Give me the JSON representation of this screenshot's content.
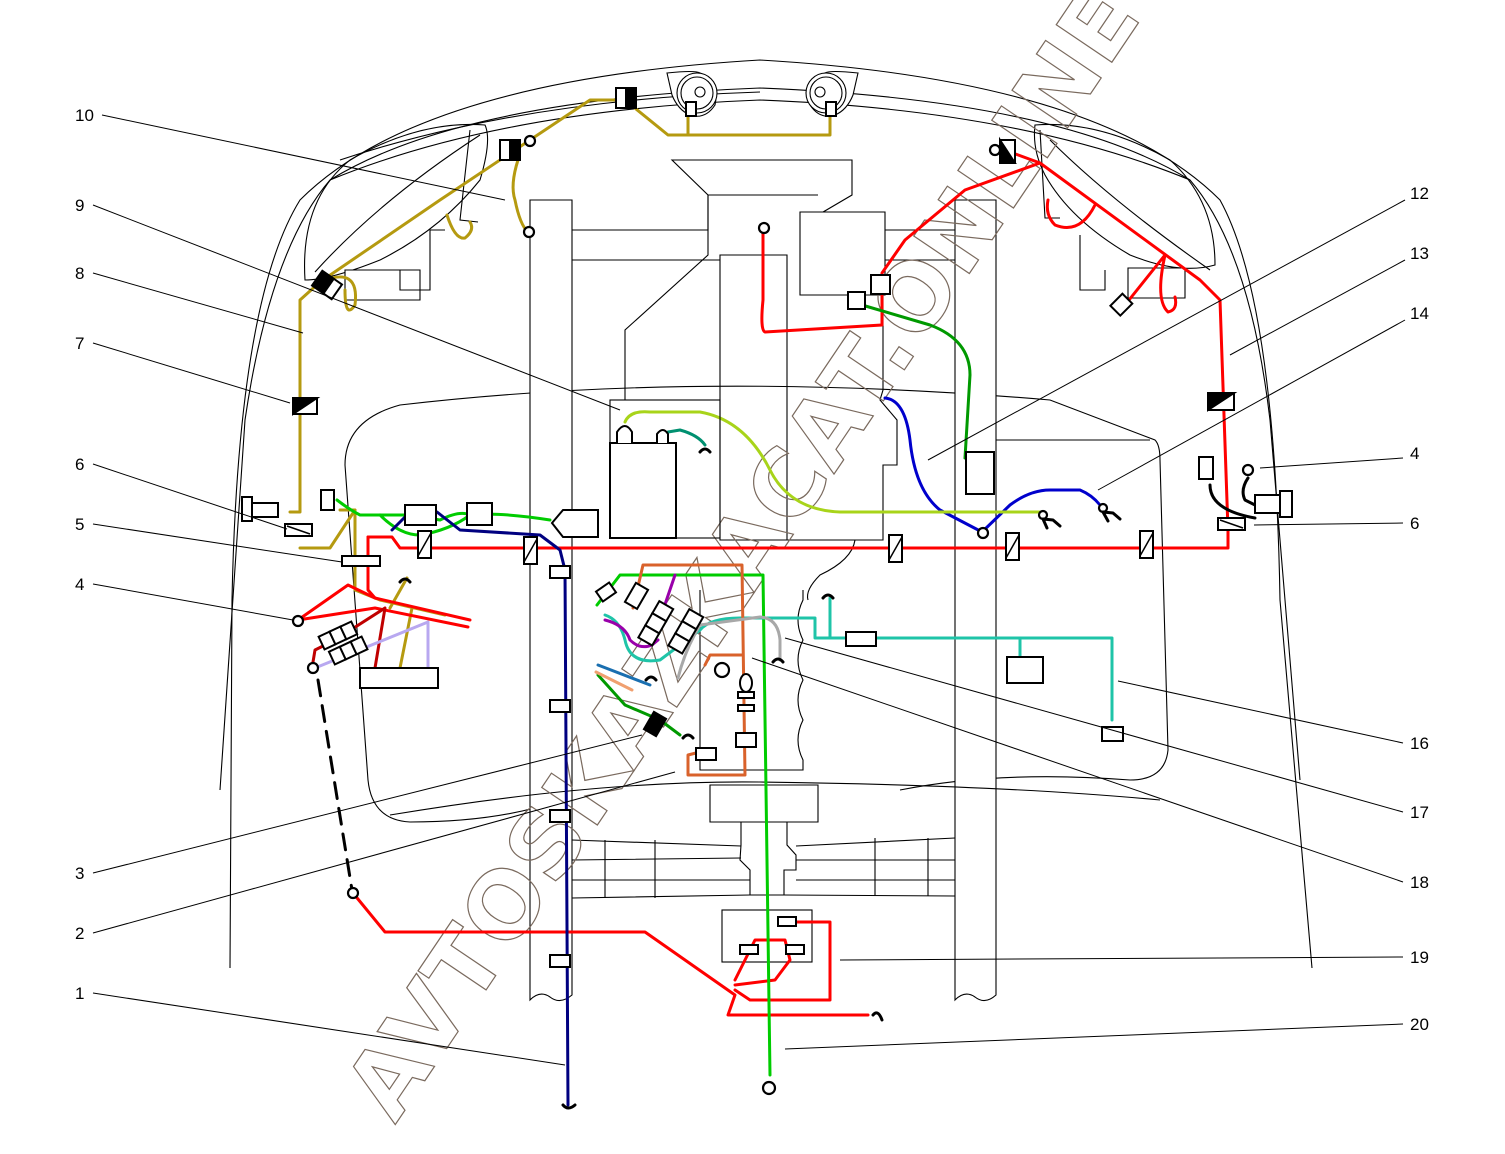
{
  "diagram": {
    "title": "Engine compartment wiring harness layout",
    "watermark": "AVTOSKAZKACAT.ONLINE",
    "callouts": [
      {
        "id": "c10",
        "label": "10",
        "side": "left"
      },
      {
        "id": "c9",
        "label": "9",
        "side": "left"
      },
      {
        "id": "c8",
        "label": "8",
        "side": "left"
      },
      {
        "id": "c7",
        "label": "7",
        "side": "left"
      },
      {
        "id": "c6l",
        "label": "6",
        "side": "left"
      },
      {
        "id": "c5",
        "label": "5",
        "side": "left"
      },
      {
        "id": "c4l",
        "label": "4",
        "side": "left"
      },
      {
        "id": "c3",
        "label": "3",
        "side": "left"
      },
      {
        "id": "c2",
        "label": "2",
        "side": "left"
      },
      {
        "id": "c1",
        "label": "1",
        "side": "left"
      },
      {
        "id": "c12",
        "label": "12",
        "side": "right"
      },
      {
        "id": "c13",
        "label": "13",
        "side": "right"
      },
      {
        "id": "c14",
        "label": "14",
        "side": "right"
      },
      {
        "id": "c4r",
        "label": "4",
        "side": "right"
      },
      {
        "id": "c6r",
        "label": "6",
        "side": "right"
      },
      {
        "id": "c16",
        "label": "16",
        "side": "right"
      },
      {
        "id": "c17",
        "label": "17",
        "side": "right"
      },
      {
        "id": "c18",
        "label": "18",
        "side": "right"
      },
      {
        "id": "c19",
        "label": "19",
        "side": "right"
      },
      {
        "id": "c20",
        "label": "20",
        "side": "right"
      }
    ],
    "wire_colors": {
      "olive": "#b59a10",
      "red": "#ff0000",
      "dark_red": "#c00000",
      "green": "#00cc00",
      "dark_green": "#009900",
      "navy": "#000080",
      "blue": "#0000cc",
      "yellow_green": "#a8d41a",
      "teal": "#1fc4a8",
      "dark_teal": "#009070",
      "orange_brown": "#d9622b",
      "gray": "#a8a8a8",
      "purple": "#9900aa",
      "lavender": "#b8a8f0",
      "steel_blue": "#1a6fb0",
      "peach": "#f0a070",
      "black": "#000000"
    },
    "icons": [
      "horn-icon",
      "connector-icon",
      "ground-terminal-icon",
      "battery-icon",
      "fuse-block-icon",
      "lamp-socket-icon",
      "wire-break-icon"
    ]
  }
}
